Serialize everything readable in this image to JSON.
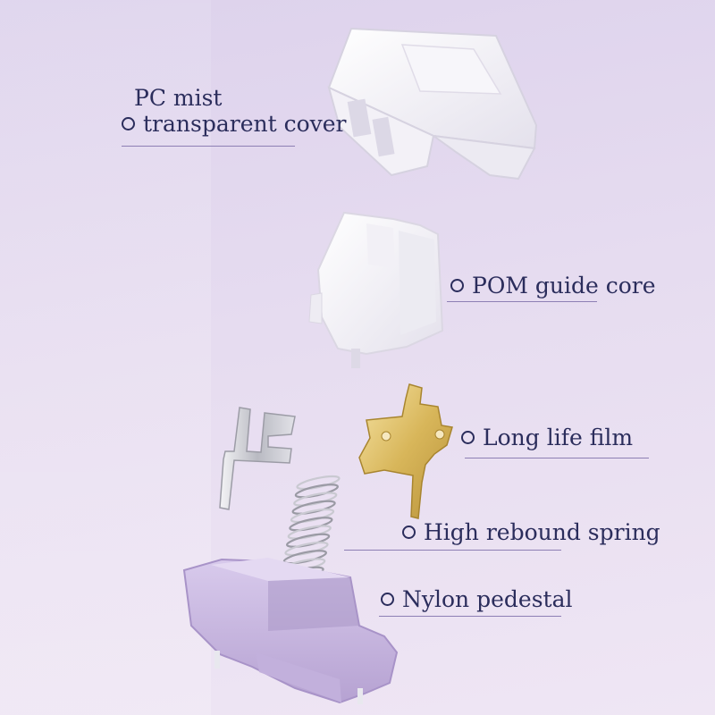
{
  "labels": {
    "cover_line1": "PC mist",
    "cover_line2": "transparent cover",
    "guide": "POM guide core",
    "film": "Long life film",
    "spring": "High rebound spring",
    "pedestal": "Nylon pedestal"
  },
  "icons": [
    "circle-bullet-icon"
  ],
  "colors": {
    "text": "#2b2d5c",
    "rule": "#8d7fb4",
    "background": "#e3d9ef",
    "pedestal": "#c9b8e0",
    "film_gold": "#d8b65a"
  }
}
